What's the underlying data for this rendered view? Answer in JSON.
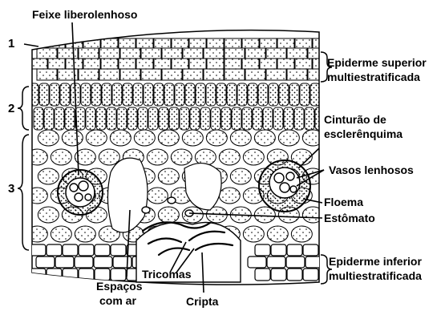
{
  "labels": {
    "feixe": "Feixe liberolenhoso",
    "epi_sup_1": "Epiderme superior",
    "epi_sup_2": "multiestratificada",
    "cinturao_1": "Cinturão de",
    "cinturao_2": "esclerênquima",
    "vasos": "Vasos lenhosos",
    "floema": "Floema",
    "estomato": "Estômato",
    "epi_inf_1": "Epiderme inferior",
    "epi_inf_2": "multiestratificada",
    "espacos_1": "Espaços",
    "espacos_2": "com ar",
    "tricomas": "Tricomas",
    "cripta": "Cripta"
  },
  "layer_numbers": {
    "one": "1",
    "two": "2",
    "three": "3"
  },
  "colors": {
    "ink": "#000000",
    "paper": "#ffffff",
    "cell_fill": "#f4f4f4"
  }
}
